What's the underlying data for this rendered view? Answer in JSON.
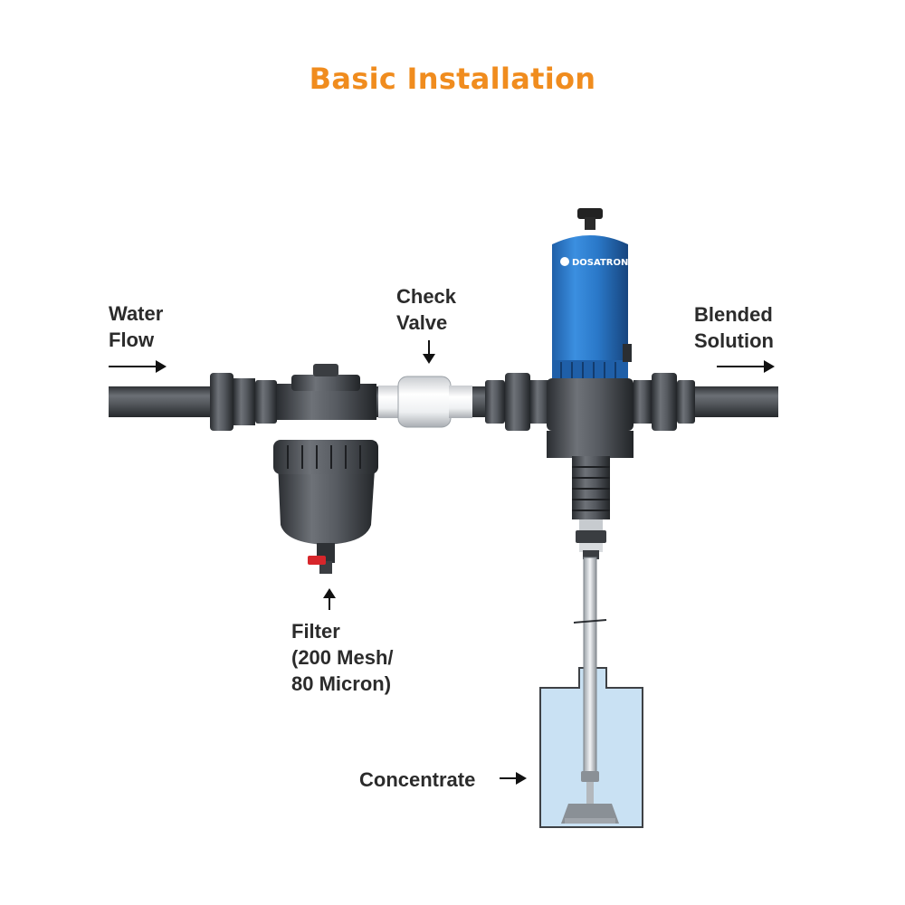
{
  "title": "Basic Installation",
  "labels": {
    "water_flow": [
      "Water",
      "Flow"
    ],
    "check_valve": [
      "Check",
      "Valve"
    ],
    "blended_solution": [
      "Blended",
      "Solution"
    ],
    "filter": [
      "Filter",
      "(200 Mesh/",
      "80 Micron)"
    ],
    "concentrate": "Concentrate"
  },
  "brand": "DOSATRON",
  "colors": {
    "title": "#f08c1e",
    "label_text": "#2b2b2b",
    "pipe": "#4a4d52",
    "dosatron_body": "#2a78c8",
    "valve_handle": "#d7262b",
    "concentrate_liquid": "#c9e1f3"
  }
}
